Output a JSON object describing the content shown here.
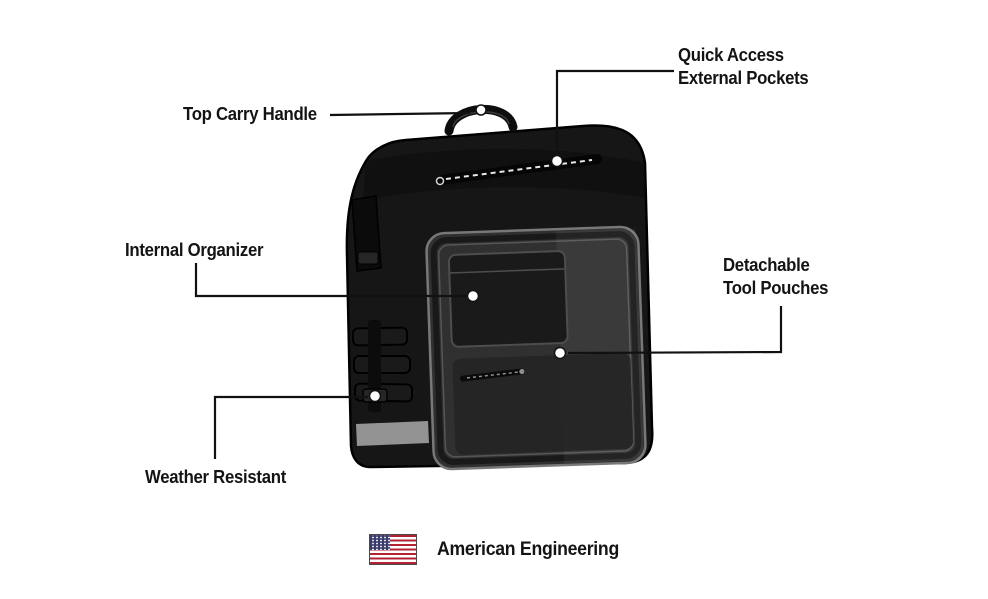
{
  "callouts": [
    {
      "id": "top-carry-handle",
      "label": "Top Carry Handle"
    },
    {
      "id": "quick-access-external-pockets",
      "label": "Quick Access\nExternal Pockets"
    },
    {
      "id": "internal-organizer",
      "label": "Internal Organizer"
    },
    {
      "id": "detachable-tool-pouches",
      "label": "Detachable\nTool Pouches"
    },
    {
      "id": "weather-resistant",
      "label": "Weather Resistant"
    }
  ],
  "footer": {
    "label": "American Engineering",
    "flag_icon": "us-flag"
  },
  "colors": {
    "background": "#ffffff",
    "text": "#141414",
    "callout_line": "#111111",
    "callout_dot": "#ffffff",
    "bag_body": "#161616",
    "bag_front_panel": "#303030",
    "bag_panel_outline": "#787878",
    "zipper_teeth": "#e8e8e8",
    "reflective_strip": "#939393",
    "flag_red": "#b22234",
    "flag_blue": "#3c3b6e"
  }
}
